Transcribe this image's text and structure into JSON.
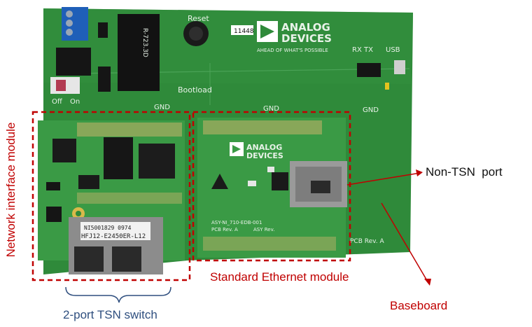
{
  "annotations": {
    "network_interface_module": "Network interface module",
    "standard_ethernet_module": "Standard Ethernet module",
    "two_port_tsn_switch": "2-port TSN switch",
    "non_tsn_port": "Non-TSN  port",
    "baseboard": "Baseboard"
  },
  "board_silkscreen": {
    "reset": "Reset",
    "bootload": "Bootload",
    "gnd_left": "GND",
    "gnd_center": "GND",
    "gnd_right": "GND",
    "off": "Off",
    "on": "On",
    "rx_tx": "RX TX",
    "usb": "USB",
    "brand_top": "ANALOG",
    "brand_bottom": "DEVICES",
    "tagline": "AHEAD OF WHAT'S POSSIBLE",
    "label_sticker": "11448",
    "relay_label": "R-723.3D",
    "module_brand_top": "ANALOG",
    "module_brand_bottom": "DEVICES",
    "module_part": "ASY-NI_710-EDB-001",
    "module_rev": "PCB Rev. A",
    "module_asy_rev": "ASY Rev.",
    "baseboard_rev": "PCB Rev. A",
    "connector_label_1": "NI5001829 0974",
    "connector_label_2": "HFJ12-E2450ER-L12"
  },
  "colors": {
    "pcb_green": "#2f8a3a",
    "annotation_red": "#c00000",
    "annotation_blue": "#2f4f7f"
  }
}
